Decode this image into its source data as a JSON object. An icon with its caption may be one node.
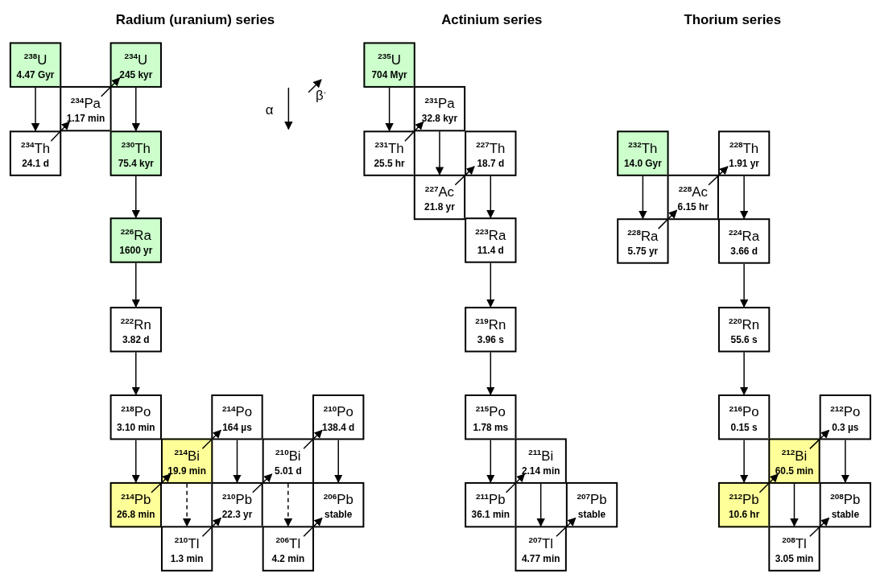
{
  "diagram": {
    "nodes": [
      {
        "text": [
          "$^{238}$U",
          "4.47 Gyr"
        ]
      },
      {
        "text": [
          "$^{234}$Pa",
          "1.17 min"
        ]
      },
      {
        "text": [
          "$^{234}$U",
          "245 kyr"
        ]
      },
      {
        "text": [
          "$^{234}$Th",
          "24.1 d"
        ]
      },
      {
        "text": [
          "$^{230}$Th",
          "75.4 kyr"
        ]
      },
      {
        "text": [
          "$^{226}$Ra",
          "1600 yr"
        ]
      },
      {
        "text": [
          "$^{222}$Rn",
          "3.82 d"
        ]
      },
      {
        "text": [
          "$^{218}$Po",
          "3.10 min"
        ]
      },
      {
        "text": [
          "$^{214}$Bi",
          "19.9 min"
        ]
      },
      {
        "text": [
          "$^{214}$Po",
          "164 µs"
        ]
      },
      {
        "text": [
          "$^{214}$Pb",
          "26.8 min"
        ]
      },
      {
        "text": [
          "$^{210}$Tl",
          "1.3 min"
        ]
      },
      {
        "text": [
          "$^{210}$Pb",
          "22.3 yr"
        ]
      },
      {
        "text": [
          "$^{210}$Bi",
          "5.01 d"
        ]
      },
      {
        "text": [
          "$^{210}$Po",
          "138.4 d"
        ]
      },
      {
        "text": [
          "$^{206}$Tl",
          "4.2 min"
        ]
      },
      {
        "text": [
          "$^{206}$Pb",
          "stable"
        ]
      },
      {
        "text": [
          "$^{235}$U",
          "704 Myr"
        ]
      },
      {
        "text": [
          "$^{231}$Pa",
          "32.8 kyr"
        ]
      },
      {
        "text": [
          "$^{231}$Th",
          "25.5 hr"
        ]
      },
      {
        "text": [
          "$^{227}$Th",
          "18.7 d"
        ]
      },
      {
        "text": [
          "$^{227}$Ac",
          "21.8 yr"
        ]
      },
      {
        "text": [
          "$^{223}$Ra",
          "11.4 d"
        ]
      },
      {
        "text": [
          "$^{219}$Rn",
          "3.96 s"
        ]
      },
      {
        "text": [
          "$^{215}$Po",
          "1.78 ms"
        ]
      },
      {
        "text": [
          "$^{211}$Bi",
          "2.14 min"
        ]
      },
      {
        "text": [
          "$^{211}$Pb",
          "36.1 min"
        ]
      },
      {
        "text": [
          "$^{207}$Pb",
          "stable"
        ]
      },
      {
        "text": [
          "$^{207}$Tl",
          "4.77 min"
        ]
      },
      {
        "text": [
          "$^{232}$Th",
          "14.0 Gyr"
        ]
      },
      {
        "text": [
          "$^{228}$Th",
          "1.91 yr"
        ]
      },
      {
        "text": [
          "$^{228}$Ac",
          "6.15 hr"
        ]
      },
      {
        "text": [
          "$^{228}$Ra",
          "5.75 yr"
        ]
      },
      {
        "text": [
          "$^{224}$Ra",
          "3.66 d"
        ]
      },
      {
        "text": [
          "$^{220}$Rn",
          "55.6 s"
        ]
      },
      {
        "text": [
          "$^{216}$Po",
          "0.15 s"
        ]
      },
      {
        "text": [
          "$^{212}$Po",
          "0.3 µs"
        ]
      },
      {
        "text": [
          "$^{212}$Bi",
          "60.5 min"
        ]
      },
      {
        "text": [
          "$^{212}$Pb",
          "10.6 hr"
        ]
      },
      {
        "text": [
          "$^{208}$Pb",
          "stable"
        ]
      },
      {
        "text": [
          "$^{208}$Tl",
          "3.05 min"
        ]
      }
    ],
    "edges": [
      {
        "from": 0,
        "to": 3,
        "arrow": "to"
      },
      {
        "from": 3,
        "to": 1,
        "arrow": "to"
      },
      {
        "from": 1,
        "to": 2,
        "arrow": "to"
      },
      {
        "from": 2,
        "to": 4,
        "arrow": "to"
      },
      {
        "from": 4,
        "to": 5,
        "arrow": "to"
      },
      {
        "from": 5,
        "to": 6,
        "arrow": "to"
      },
      {
        "from": 6,
        "to": 7,
        "arrow": "to"
      },
      {
        "from": 7,
        "to": 10,
        "arrow": "to"
      },
      {
        "from": 10,
        "to": 8,
        "arrow": "to"
      },
      {
        "from": 8,
        "to": 9,
        "arrow": "to"
      },
      {
        "from": 8,
        "to": 11,
        "arrow": "to",
        "style": "dashed"
      },
      {
        "from": 9,
        "to": 12,
        "arrow": "to"
      },
      {
        "from": 11,
        "to": 12,
        "arrow": "to"
      },
      {
        "from": 12,
        "to": 13,
        "arrow": "to"
      },
      {
        "from": 13,
        "to": 14,
        "arrow": "to"
      },
      {
        "from": 13,
        "to": 15,
        "arrow": "to",
        "style": "dashed"
      },
      {
        "from": 14,
        "to": 16,
        "arrow": "to"
      },
      {
        "from": 15,
        "to": 16,
        "arrow": "to"
      },
      {
        "from": 17,
        "to": 19,
        "arrow": "to"
      },
      {
        "from": 19,
        "to": 18,
        "arrow": "to"
      },
      {
        "from": 18,
        "to": 21,
        "arrow": "to"
      },
      {
        "from": 21,
        "to": 20,
        "arrow": "to"
      },
      {
        "from": 20,
        "to": 22,
        "arrow": "to"
      },
      {
        "from": 22,
        "to": 23,
        "arrow": "to"
      },
      {
        "from": 23,
        "to": 24,
        "arrow": "to"
      },
      {
        "from": 24,
        "to": 26,
        "arrow": "to"
      },
      {
        "from": 26,
        "to": 25,
        "arrow": "to"
      },
      {
        "from": 25,
        "to": 28,
        "arrow": "to"
      },
      {
        "from": 28,
        "to": 27,
        "arrow": "to"
      },
      {
        "from": 29,
        "to": 32,
        "arrow": "to"
      },
      {
        "from": 32,
        "to": 31,
        "arrow": "to"
      },
      {
        "from": 31,
        "to": 30,
        "arrow": "to"
      },
      {
        "from": 30,
        "to": 33,
        "arrow": "to"
      },
      {
        "from": 33,
        "to": 34,
        "arrow": "to"
      },
      {
        "from": 34,
        "to": 35,
        "arrow": "to"
      },
      {
        "from": 35,
        "to": 38,
        "arrow": "to"
      },
      {
        "from": 38,
        "to": 37,
        "arrow": "to"
      },
      {
        "from": 37,
        "to": 36,
        "arrow": "to"
      },
      {
        "from": 37,
        "to": 40,
        "arrow": "to"
      },
      {
        "from": 36,
        "to": 39,
        "arrow": "to"
      },
      {
        "from": 40,
        "to": 39,
        "arrow": "to"
      }
    ],
    "labels": [
      "Radium (uranium) series",
      "Actinium series",
      "Thorium series"
    ],
    "legend": [
      {
        "text": "α"
      },
      {
        "text": "β$^{-}$"
      }
    ]
  }
}
